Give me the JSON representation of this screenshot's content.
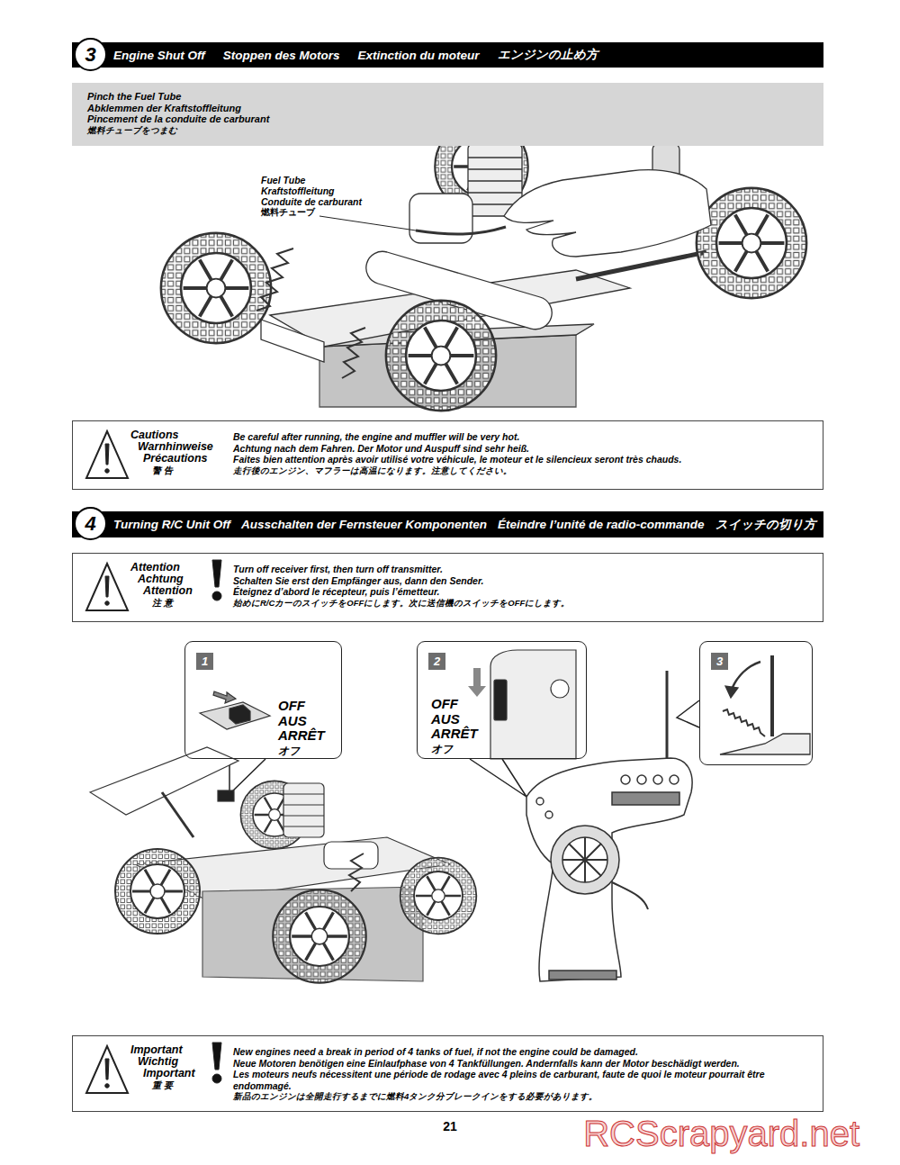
{
  "diagram": {
    "nodes": [
      {
        "text": [
          "3",
          "Engine Shut Off",
          "Stoppen des Motors",
          "Extinction du moteur",
          "エンジンの止め方"
        ]
      },
      {
        "text": [
          "Pinch the Fuel Tube",
          "Abklemmen der Kraftstoffleitung",
          "Pincement de la conduite de carburant",
          "燃料チューブをつまむ"
        ]
      },
      {
        "text": [
          "Cautions",
          "Warnhinweise",
          "Précautions",
          "警 告",
          "Be careful after running, the engine and muffler will be very hot.",
          "Achtung nach dem Fahren. Der Motor und Auspuff sind sehr heiß.",
          "Faites bien attention après avoir utilisé votre véhicule, le moteur et le silencieux seront très chauds.",
          "走行後のエンジン、マフラーは高温になります。注意してください。"
        ]
      },
      {
        "text": [
          "4",
          "Turning R/C Unit Off",
          "Ausschalten der Fernsteuer Komponenten",
          "Éteindre l’unité de radio-commande",
          "スイッチの切り方"
        ]
      },
      {
        "text": [
          "Attention",
          "Achtung",
          "Attention",
          "注 意",
          "Turn off receiver first, then turn off transmitter.",
          "Schalten Sie erst den Empfänger aus, dann den Sender.",
          "Éteignez d’abord le récepteur, puis l’émetteur.",
          "始めにR/CカーのスイッチをOFFにします。次に送信機のスイッチをOFFにします。"
        ]
      },
      {
        "text": [
          "1",
          "OFF",
          "AUS",
          "ARRÊT",
          "オフ"
        ]
      },
      {
        "text": [
          "2",
          "OFF",
          "AUS",
          "ARRÊT",
          "オフ"
        ]
      },
      {
        "text": [
          "3"
        ]
      },
      {
        "text": [
          "Important",
          "Wichtig",
          "Important",
          "重 要",
          "New engines need a break in period of 4 tanks of fuel, if not the engine could be damaged.",
          "Neue Motoren benötigen eine Einlaufphase von 4 Tankfüllungen. Andernfalls kann der Motor beschädigt werden.",
          "Les moteurs neufs nécessitent une période de rodage avec 4 pleins de carburant, faute de quoi le moteur pourrait être endommagé.",
          "新品のエンジンは全開走行するまでに燃料4タンク分ブレークインをする必要があります。"
        ]
      }
    ],
    "labels": [
      "Fuel Tube",
      "Kraftstoffleitung",
      "Conduite de carburant",
      "燃料チューブ",
      "21",
      "RCScrapyard.net"
    ]
  }
}
